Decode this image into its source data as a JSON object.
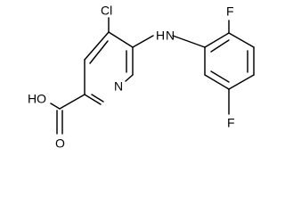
{
  "atoms": {
    "cl": "Cl",
    "nh": "H",
    "nh_n": "N",
    "ring_n": "N",
    "oh": "HO",
    "o": "O",
    "f_top": "F",
    "f_bottom": "F"
  }
}
